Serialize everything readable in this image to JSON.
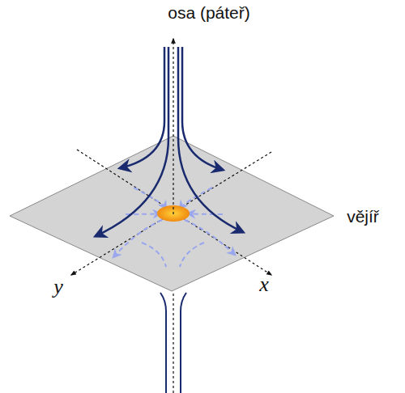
{
  "diagram": {
    "labels": [
      "osa (páteř)",
      "vějíř",
      "y",
      "x"
    ]
  }
}
